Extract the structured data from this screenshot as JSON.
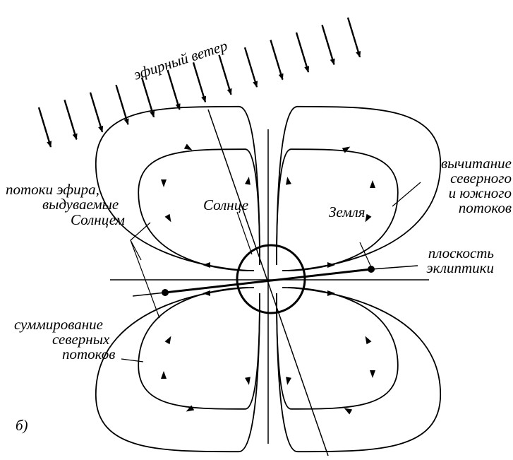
{
  "labels": {
    "ether_wind": "эфирный ветер",
    "sun": "Солнце",
    "earth": "Земля",
    "ecliptic_1": "плоскость",
    "ecliptic_2": "эклиптики",
    "subtraction_1": "вычитание",
    "subtraction_2": "северного",
    "subtraction_3": "и южного",
    "subtraction_4": "потоков",
    "flows_1": "потоки эфира,",
    "flows_2": "выдуваемые",
    "flows_3": "Солнцем",
    "summation_1": "суммирование",
    "summation_2": "северных",
    "summation_3": "потоков",
    "panel": "б)"
  }
}
